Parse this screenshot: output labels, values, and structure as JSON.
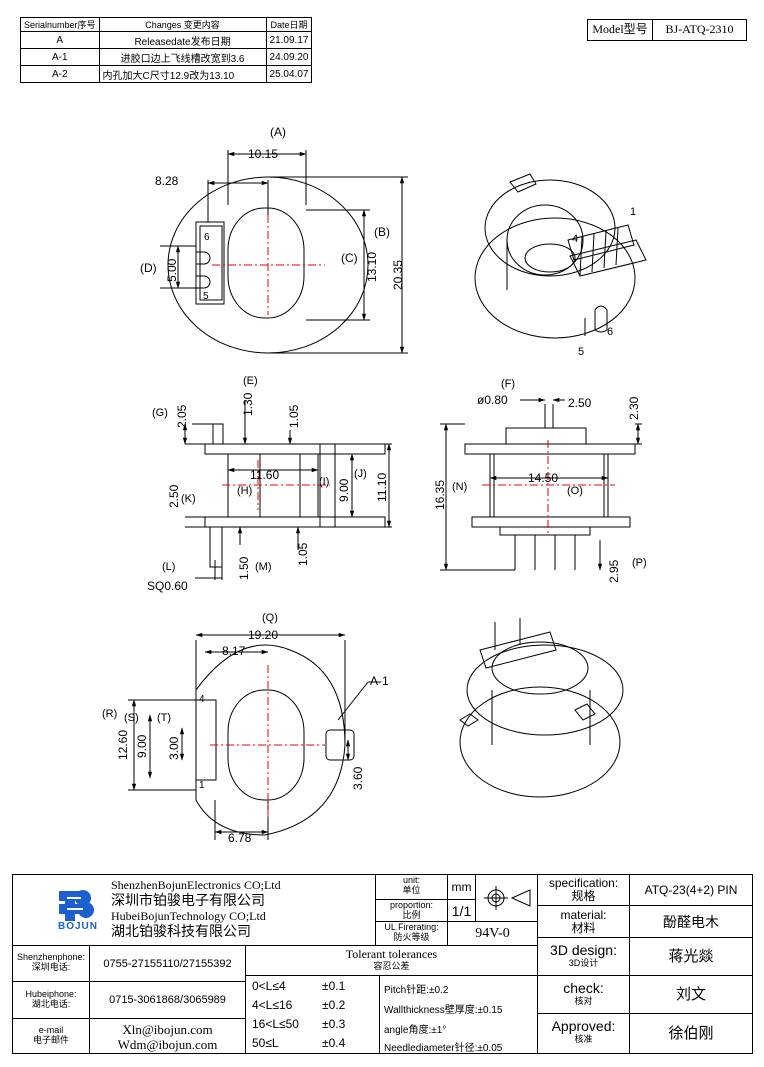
{
  "revision_table": {
    "headers": [
      "Serialnumber序号",
      "Changes 变更内容",
      "Date日期"
    ],
    "rows": [
      {
        "serial": "A",
        "change": "Releasedate发布日期",
        "date": "21.09.17"
      },
      {
        "serial": "A-1",
        "change": "进胶口边上飞线槽改宽到3.6",
        "date": "24.09.20"
      },
      {
        "serial": "A-2",
        "change": "内孔加大C尺寸12.9改为13.10",
        "date": "25.04.07"
      }
    ]
  },
  "model": {
    "label": "Model型号",
    "value": "BJ-ATQ-2310"
  },
  "dims_top": {
    "A": "(A)",
    "d1015": "10.15",
    "d828": "8.28",
    "B": "(B)",
    "C": "(C)",
    "D": "(D)",
    "d1310": "13.10",
    "d2035": "20.35",
    "d500": "5.00",
    "p6": "6",
    "p5": "5"
  },
  "iso_top_pins": {
    "p1": "1",
    "p4": "4",
    "p5": "5",
    "p6": "6"
  },
  "dims_side": {
    "E": "(E)",
    "G": "(G)",
    "d205": "2.05",
    "d130": "1.30",
    "d105a": "1.05",
    "d1160": "11.60",
    "H": "(H)",
    "I": "(I)",
    "J": "(J)",
    "d900": "9.00",
    "d1110": "11.10",
    "K": "(K)",
    "d250": "2.50",
    "d105b": "1.05",
    "L": "(L)",
    "M": "(M)",
    "d150": "1.50",
    "sq": "SQ0.60"
  },
  "dims_front": {
    "F": "(F)",
    "d080": "ø0.80",
    "d250": "2.50",
    "d230": "2.30",
    "d1635": "16.35",
    "N": "(N)",
    "d1450": "14.50",
    "O": "(O)",
    "d295": "2.95",
    "P": "(P)"
  },
  "dims_bottom": {
    "Q": "(Q)",
    "d1920": "19.20",
    "d817": "8.17",
    "A1": "A-1",
    "R": "(R)",
    "S": "(S)",
    "T": "(T)",
    "d1260": "12.60",
    "d900": "9.00",
    "d300": "3.00",
    "d360": "3.60",
    "d678": "6.78",
    "p4": "4",
    "p1": "1"
  },
  "title_block": {
    "company_en_1": "ShenzhenBojunElectronics CO;Ltd",
    "company_cn_1": "深圳市铂骏电子有限公司",
    "company_en_2": "HubeiBojunTechnology CO;Ltd",
    "company_cn_2": "湖北铂骏科技有限公司",
    "logo_text": "BOJUN",
    "unit_label": "unit:",
    "unit_label_cn": "单位",
    "unit_value": "mm",
    "proportion_label": "proportion:",
    "proportion_label_cn": "比例",
    "proportion_value": "1/1",
    "ul_label": "UL Firerating:",
    "ul_label_cn": "防火等级",
    "ul_value": "94V-0",
    "spec_label": "specification:",
    "spec_label_cn": "规格",
    "spec_value": "ATQ-23(4+2) PIN",
    "material_label": "material:",
    "material_label_cn": "材料",
    "material_value": "酚醛电木",
    "design_label": "3D design:",
    "design_label_cn": "3D设计",
    "design_value": "蒋光燚",
    "check_label": "check:",
    "check_label_cn": "核对",
    "check_value": "刘文",
    "approved_label": "Approved:",
    "approved_label_cn": "核准",
    "approved_value": "徐伯刚",
    "sz_phone_label": "Shenzhenphone:",
    "sz_phone_label_cn": "深圳电话:",
    "sz_phone": "0755-27155110/27155392",
    "hb_phone_label": "Hubeiphone:",
    "hb_phone_label_cn": "湖北电话:",
    "hb_phone": "0715-3061868/3065989",
    "email_label": "e-mail",
    "email_label_cn": "电子邮件",
    "email_1": "Xln@ibojun.com",
    "email_2": "Wdm@ibojun.com",
    "tol_title": "Tolerant tolerances",
    "tol_title_cn": "容忍公差",
    "tol_rows": [
      {
        "range": "0<L≤4",
        "value": "±0.1"
      },
      {
        "range": "4<L≤16",
        "value": "±0.2"
      },
      {
        "range": "16<L≤50",
        "value": "±0.3"
      },
      {
        "range": "50≤L",
        "value": "±0.4"
      }
    ],
    "tol_notes": [
      "Pitch针距:±0.2",
      "Wallthickness壁厚度:±0.15",
      "angle角度:±1°",
      "Needlediameter针径:±0.05"
    ]
  }
}
